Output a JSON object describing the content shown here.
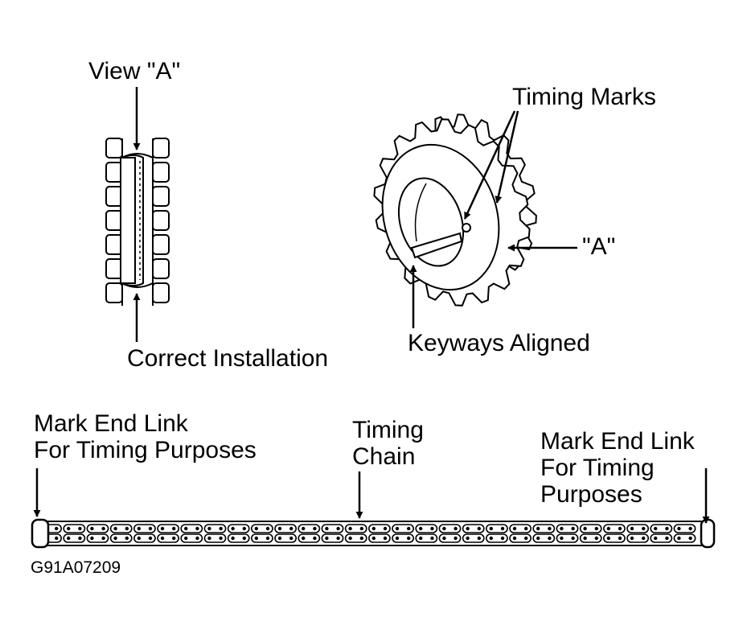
{
  "labels": {
    "view_a": "View \"A\"",
    "correct_installation": "Correct Installation",
    "timing_marks": "Timing Marks",
    "point_a": "\"A\"",
    "keyways_aligned": "Keyways Aligned",
    "mark_end_left_1": "Mark End Link",
    "mark_end_left_2": "For Timing Purposes",
    "timing_chain_1": "Timing",
    "timing_chain_2": "Chain",
    "mark_end_right_1": "Mark End Link",
    "mark_end_right_2": "For Timing",
    "mark_end_right_3": "Purposes",
    "figure_code": "G91A07209"
  },
  "colors": {
    "ink": "#000000",
    "paper": "#ffffff"
  }
}
